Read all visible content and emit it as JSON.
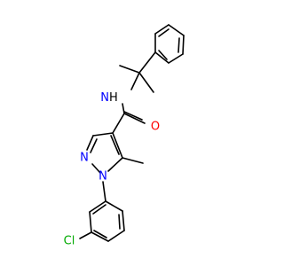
{
  "molecule": {
    "atoms": [
      {
        "id": "NH",
        "text": "N",
        "suffix": "H",
        "color": "#0000ff",
        "suffix_color": "#000000"
      },
      {
        "id": "O",
        "text": "O",
        "color": "#ff0000"
      },
      {
        "id": "N2",
        "text": "N",
        "color": "#0000ff"
      },
      {
        "id": "N1",
        "text": "N",
        "color": "#0000ff"
      },
      {
        "id": "Cl",
        "text": "Cl",
        "color": "#00aa00"
      }
    ],
    "colors": {
      "bond": "#000000",
      "nitrogen": "#0000ff",
      "oxygen": "#ff0000",
      "chlorine": "#00aa00"
    }
  }
}
